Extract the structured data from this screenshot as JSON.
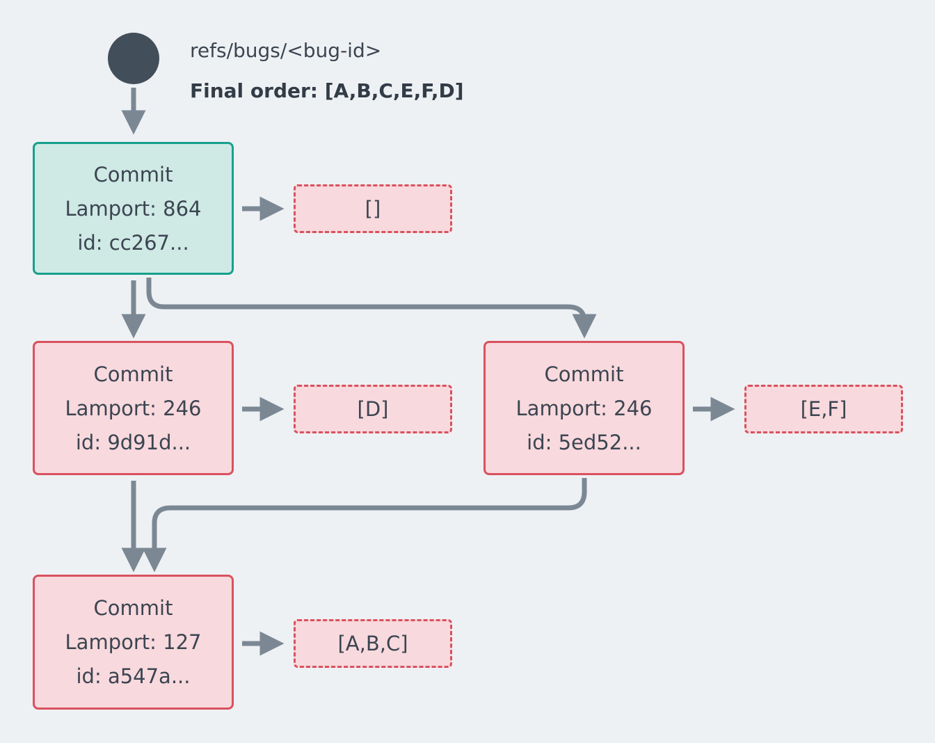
{
  "ref": {
    "name": "refs/bugs/<bug-id>",
    "final_order": "Final order: [A,B,C,E,F,D]"
  },
  "nodes": {
    "root": {
      "title": "Commit",
      "lamport": "Lamport: 864",
      "id": "id: cc267...",
      "ops": "[]"
    },
    "left": {
      "title": "Commit",
      "lamport": "Lamport: 246",
      "id": "id: 9d91d...",
      "ops": "[D]"
    },
    "right": {
      "title": "Commit",
      "lamport": "Lamport: 246",
      "id": "id: 5ed52...",
      "ops": "[E,F]"
    },
    "bottom": {
      "title": "Commit",
      "lamport": "Lamport: 127",
      "id": "id: a547a...",
      "ops": "[A,B,C]"
    }
  },
  "colors": {
    "background": "#eef1f4",
    "arrow": "#7b8894",
    "ref_circle": "#424e5a",
    "teal_fill": "#cfe9e5",
    "teal_border": "#17a08c",
    "pink_fill": "#f8d9dd",
    "pink_border": "#d9515e",
    "text": "#3b4551"
  }
}
